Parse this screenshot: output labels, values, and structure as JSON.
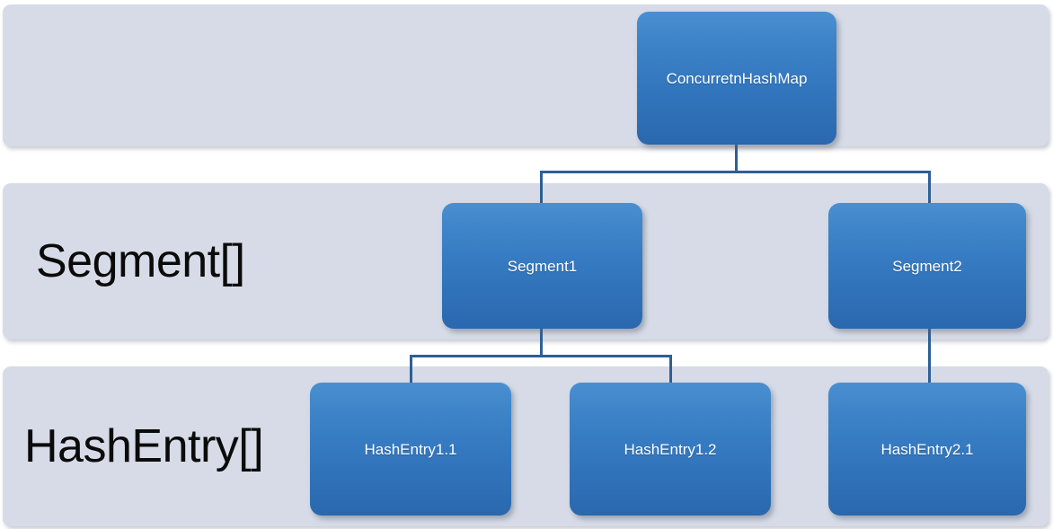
{
  "diagram": {
    "type": "hierarchy-tree",
    "background_color": "#ffffff",
    "band_color": "#d6dbe7",
    "node_color": "#3377be",
    "connector_color": "#2e5f96",
    "bands": [
      {
        "name": "root-band",
        "label": ""
      },
      {
        "name": "segment-band",
        "label": "Segment[]"
      },
      {
        "name": "hashentry-band",
        "label": "HashEntry[]"
      }
    ],
    "nodes": {
      "root": {
        "label": "ConcurretnHashMap"
      },
      "segment1": {
        "label": "Segment1"
      },
      "segment2": {
        "label": "Segment2"
      },
      "hashentry11": {
        "label": "HashEntry1.1"
      },
      "hashentry12": {
        "label": "HashEntry1.2"
      },
      "hashentry21": {
        "label": "HashEntry2.1"
      }
    },
    "edges": [
      {
        "from": "ConcurretnHashMap",
        "to": "Segment1"
      },
      {
        "from": "ConcurretnHashMap",
        "to": "Segment2"
      },
      {
        "from": "Segment1",
        "to": "HashEntry1.1"
      },
      {
        "from": "Segment1",
        "to": "HashEntry1.2"
      },
      {
        "from": "Segment2",
        "to": "HashEntry2.1"
      }
    ]
  }
}
